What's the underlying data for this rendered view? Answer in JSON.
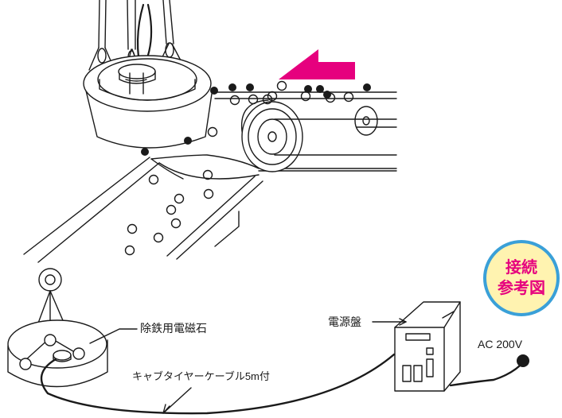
{
  "labels": {
    "magnet": "除鉄用電磁石",
    "power_panel": "電源盤",
    "ac_supply": "AC 200V",
    "cable": "キャブタイヤーケーブル5m付"
  },
  "badge": {
    "line1": "接続",
    "line2": "参考図"
  },
  "colors": {
    "arrow": "#e6007e",
    "badge_fill": "#fff3b0",
    "badge_border": "#3aa0d8",
    "badge_text": "#e6007e",
    "line": "#1a1a1a"
  },
  "icons": {
    "flow_arrow": "conveyor-direction-arrow",
    "ac_plug": "plug-icon"
  }
}
